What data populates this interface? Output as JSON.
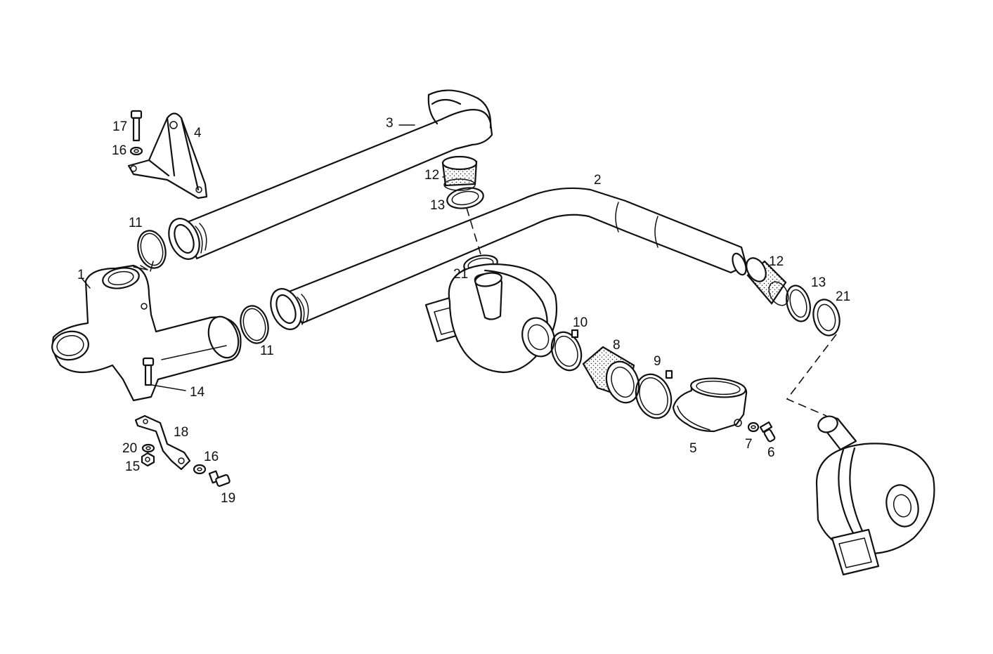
{
  "labels": {
    "p1": "1",
    "p2": "2",
    "p3": "3",
    "p4": "4",
    "p5": "5",
    "p6": "6",
    "p7": "7",
    "p8": "8",
    "p9": "9",
    "p10": "10",
    "p11a": "11",
    "p11b": "11",
    "p12a": "12",
    "p12b": "12",
    "p13a": "13",
    "p13b": "13",
    "p14": "14",
    "p15": "15",
    "p16a": "16",
    "p16b": "16",
    "p17": "17",
    "p18": "18",
    "p19": "19",
    "p20": "20",
    "p21a": "21",
    "p21b": "21"
  },
  "colors": {
    "line": "#111111",
    "background": "#ffffff"
  }
}
